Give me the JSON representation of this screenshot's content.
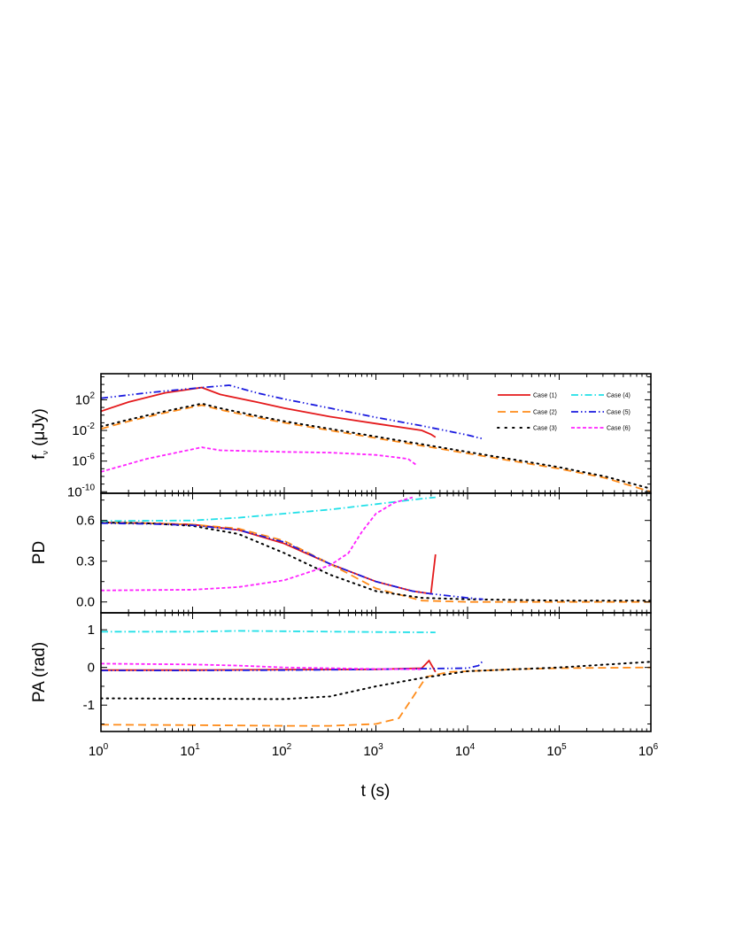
{
  "chart_data": {
    "type": "line",
    "layout": "three stacked panels sharing a logarithmic x-axis",
    "xlabel": "t (s)",
    "xscale": "log",
    "xlim": [
      1,
      1000000
    ],
    "xticks": [
      "10^0",
      "10^1",
      "10^2",
      "10^3",
      "10^4",
      "10^5",
      "10^6"
    ],
    "legend": {
      "position": "upper right of top panel",
      "entries": [
        "Case (1)",
        "Case (2)",
        "Case (3)",
        "Case (4)",
        "Case (5)",
        "Case (6)"
      ]
    },
    "series_styles": [
      {
        "name": "Case (1)",
        "color": "#e41a1c",
        "dash": "solid"
      },
      {
        "name": "Case (2)",
        "color": "#ff8c1a",
        "dash": "dash"
      },
      {
        "name": "Case (3)",
        "color": "#000000",
        "dash": "dot"
      },
      {
        "name": "Case (4)",
        "color": "#22e0e8",
        "dash": "dashdot"
      },
      {
        "name": "Case (5)",
        "color": "#1a1adf",
        "dash": "dashdotdot"
      },
      {
        "name": "Case (6)",
        "color": "#ff22ff",
        "dash": "shortdash"
      }
    ],
    "panels": [
      {
        "id": "flux",
        "ylabel": "f_ν (μJy)",
        "yscale": "log",
        "ylim_log10": [
          -10.2,
          5.4
        ],
        "yticks": [
          {
            "v": 2,
            "label": "10^2"
          },
          {
            "v": -2,
            "label": "10^-2"
          },
          {
            "v": -6,
            "label": "10^-6"
          },
          {
            "v": -10,
            "label": "10^-10"
          }
        ],
        "series": [
          {
            "name": "Case (1)",
            "points_log10": [
              [
                0,
                0.5
              ],
              [
                0.3,
                1.7
              ],
              [
                0.7,
                2.9
              ],
              [
                1.1,
                3.6
              ],
              [
                1.3,
                2.7
              ],
              [
                1.7,
                1.7
              ],
              [
                2.0,
                0.9
              ],
              [
                2.5,
                -0.2
              ],
              [
                3.0,
                -1.1
              ],
              [
                3.5,
                -2.0
              ],
              [
                3.6,
                -2.5
              ],
              [
                3.65,
                -2.9
              ]
            ]
          },
          {
            "name": "Case (2)",
            "points_log10": [
              [
                0,
                -1.8
              ],
              [
                0.3,
                -0.8
              ],
              [
                0.7,
                0.3
              ],
              [
                1.1,
                1.3
              ],
              [
                1.3,
                0.7
              ],
              [
                1.7,
                -0.3
              ],
              [
                2.0,
                -1.0
              ],
              [
                2.5,
                -2.0
              ],
              [
                3.0,
                -3.0
              ],
              [
                3.5,
                -4.0
              ],
              [
                4.0,
                -5.0
              ],
              [
                4.5,
                -6.0
              ],
              [
                5.0,
                -7.0
              ],
              [
                5.5,
                -8.2
              ],
              [
                6.0,
                -10.0
              ]
            ]
          },
          {
            "name": "Case (3)",
            "points_log10": [
              [
                0,
                -1.5
              ],
              [
                0.3,
                -0.6
              ],
              [
                0.7,
                0.5
              ],
              [
                1.1,
                1.5
              ],
              [
                1.3,
                0.9
              ],
              [
                1.7,
                -0.1
              ],
              [
                2.0,
                -0.8
              ],
              [
                2.5,
                -1.8
              ],
              [
                3.0,
                -2.8
              ],
              [
                3.5,
                -3.8
              ],
              [
                4.0,
                -4.8
              ],
              [
                4.5,
                -5.8
              ],
              [
                5.0,
                -6.8
              ],
              [
                5.5,
                -8.0
              ],
              [
                6.0,
                -9.6
              ]
            ]
          },
          {
            "name": "Case (4)",
            "points_log10": []
          },
          {
            "name": "Case (5)",
            "points_log10": [
              [
                0,
                2.2
              ],
              [
                0.5,
                2.9
              ],
              [
                1.1,
                3.6
              ],
              [
                1.4,
                3.9
              ],
              [
                1.7,
                2.9
              ],
              [
                2.0,
                2.1
              ],
              [
                2.5,
                0.9
              ],
              [
                3.0,
                -0.3
              ],
              [
                3.5,
                -1.4
              ],
              [
                4.0,
                -2.6
              ],
              [
                4.17,
                -3.1
              ]
            ]
          },
          {
            "name": "Case (6)",
            "points_log10": [
              [
                0,
                -7.4
              ],
              [
                0.5,
                -5.7
              ],
              [
                1.1,
                -4.2
              ],
              [
                1.3,
                -4.6
              ],
              [
                2.0,
                -4.8
              ],
              [
                2.5,
                -4.9
              ],
              [
                3.0,
                -5.2
              ],
              [
                3.35,
                -5.7
              ],
              [
                3.45,
                -6.6
              ]
            ]
          }
        ]
      },
      {
        "id": "pd",
        "ylabel": "PD",
        "yscale": "linear",
        "ylim": [
          -0.08,
          0.8
        ],
        "yticks": [
          {
            "v": 0.0,
            "label": "0.0"
          },
          {
            "v": 0.3,
            "label": "0.3"
          },
          {
            "v": 0.6,
            "label": "0.6"
          }
        ],
        "series": [
          {
            "name": "Case (1)",
            "points": [
              [
                0,
                0.585
              ],
              [
                0.5,
                0.58
              ],
              [
                1.0,
                0.57
              ],
              [
                1.5,
                0.53
              ],
              [
                2.0,
                0.43
              ],
              [
                2.5,
                0.28
              ],
              [
                3.0,
                0.15
              ],
              [
                3.4,
                0.08
              ],
              [
                3.6,
                0.06
              ],
              [
                3.65,
                0.35
              ]
            ]
          },
          {
            "name": "Case (2)",
            "points": [
              [
                0,
                0.585
              ],
              [
                0.5,
                0.58
              ],
              [
                1.0,
                0.57
              ],
              [
                1.5,
                0.54
              ],
              [
                2.0,
                0.45
              ],
              [
                2.5,
                0.28
              ],
              [
                3.0,
                0.1
              ],
              [
                3.5,
                0.01
              ],
              [
                4.0,
                0.0
              ],
              [
                5.0,
                0.0
              ],
              [
                6.0,
                0.0
              ]
            ]
          },
          {
            "name": "Case (3)",
            "points": [
              [
                0,
                0.585
              ],
              [
                0.5,
                0.58
              ],
              [
                1.0,
                0.56
              ],
              [
                1.5,
                0.5
              ],
              [
                2.0,
                0.36
              ],
              [
                2.5,
                0.2
              ],
              [
                3.0,
                0.08
              ],
              [
                3.5,
                0.03
              ],
              [
                4.0,
                0.02
              ],
              [
                5.0,
                0.01
              ],
              [
                6.0,
                0.01
              ]
            ]
          },
          {
            "name": "Case (4)",
            "points": [
              [
                0,
                0.595
              ],
              [
                1.0,
                0.6
              ],
              [
                1.5,
                0.62
              ],
              [
                2.0,
                0.65
              ],
              [
                2.5,
                0.68
              ],
              [
                3.0,
                0.72
              ],
              [
                3.5,
                0.76
              ],
              [
                3.65,
                0.77
              ]
            ]
          },
          {
            "name": "Case (5)",
            "points": [
              [
                0,
                0.58
              ],
              [
                0.5,
                0.575
              ],
              [
                1.0,
                0.565
              ],
              [
                1.5,
                0.53
              ],
              [
                2.0,
                0.44
              ],
              [
                2.5,
                0.28
              ],
              [
                3.0,
                0.15
              ],
              [
                3.4,
                0.08
              ],
              [
                3.6,
                0.06
              ],
              [
                4.0,
                0.03
              ],
              [
                4.17,
                0.02
              ]
            ]
          },
          {
            "name": "Case (6)",
            "points": [
              [
                0,
                0.085
              ],
              [
                1.0,
                0.09
              ],
              [
                1.5,
                0.11
              ],
              [
                2.0,
                0.16
              ],
              [
                2.5,
                0.27
              ],
              [
                2.7,
                0.36
              ],
              [
                2.85,
                0.52
              ],
              [
                3.0,
                0.65
              ],
              [
                3.2,
                0.73
              ],
              [
                3.4,
                0.77
              ]
            ]
          }
        ]
      },
      {
        "id": "pa",
        "ylabel": "PA (rad)",
        "yscale": "linear",
        "ylim": [
          -1.7,
          1.45
        ],
        "yticks": [
          {
            "v": -1,
            "label": "-1"
          },
          {
            "v": 0,
            "label": "0"
          },
          {
            "v": 1,
            "label": "1"
          }
        ],
        "series": [
          {
            "name": "Case (1)",
            "points": [
              [
                0,
                -0.07
              ],
              [
                1.0,
                -0.07
              ],
              [
                2.0,
                -0.06
              ],
              [
                3.0,
                -0.05
              ],
              [
                3.5,
                -0.02
              ],
              [
                3.58,
                0.18
              ],
              [
                3.65,
                -0.12
              ]
            ]
          },
          {
            "name": "Case (2)",
            "points": [
              [
                0,
                -1.52
              ],
              [
                1.0,
                -1.53
              ],
              [
                2.0,
                -1.55
              ],
              [
                2.5,
                -1.55
              ],
              [
                3.0,
                -1.5
              ],
              [
                3.25,
                -1.35
              ],
              [
                3.4,
                -0.8
              ],
              [
                3.55,
                -0.25
              ],
              [
                3.8,
                -0.12
              ],
              [
                4.5,
                -0.05
              ],
              [
                5.0,
                -0.02
              ],
              [
                6.0,
                0.0
              ]
            ]
          },
          {
            "name": "Case (3)",
            "points": [
              [
                0,
                -0.82
              ],
              [
                1.0,
                -0.83
              ],
              [
                2.0,
                -0.84
              ],
              [
                2.5,
                -0.77
              ],
              [
                3.0,
                -0.5
              ],
              [
                3.5,
                -0.28
              ],
              [
                4.0,
                -0.1
              ],
              [
                5.0,
                0.0
              ],
              [
                6.0,
                0.15
              ]
            ]
          },
          {
            "name": "Case (4)",
            "points": [
              [
                0,
                0.95
              ],
              [
                1.0,
                0.95
              ],
              [
                1.5,
                0.97
              ],
              [
                2.0,
                0.96
              ],
              [
                3.0,
                0.94
              ],
              [
                3.65,
                0.93
              ]
            ]
          },
          {
            "name": "Case (5)",
            "points": [
              [
                0,
                -0.08
              ],
              [
                1.0,
                -0.08
              ],
              [
                2.0,
                -0.07
              ],
              [
                3.0,
                -0.05
              ],
              [
                3.6,
                -0.03
              ],
              [
                4.0,
                -0.02
              ],
              [
                4.12,
                0.05
              ],
              [
                4.17,
                0.18
              ]
            ]
          },
          {
            "name": "Case (6)",
            "points": [
              [
                0,
                0.1
              ],
              [
                1.0,
                0.08
              ],
              [
                1.5,
                0.05
              ],
              [
                2.0,
                0.0
              ],
              [
                3.0,
                -0.04
              ],
              [
                3.5,
                -0.05
              ]
            ]
          }
        ]
      }
    ]
  },
  "labels": {
    "xlabel": "t (s)",
    "flux_ylabel_main": "f",
    "flux_ylabel_sub": "ν",
    "flux_ylabel_unit": "(μJy)",
    "pd_ylabel": "PD",
    "pa_ylabel": "PA (rad)"
  }
}
